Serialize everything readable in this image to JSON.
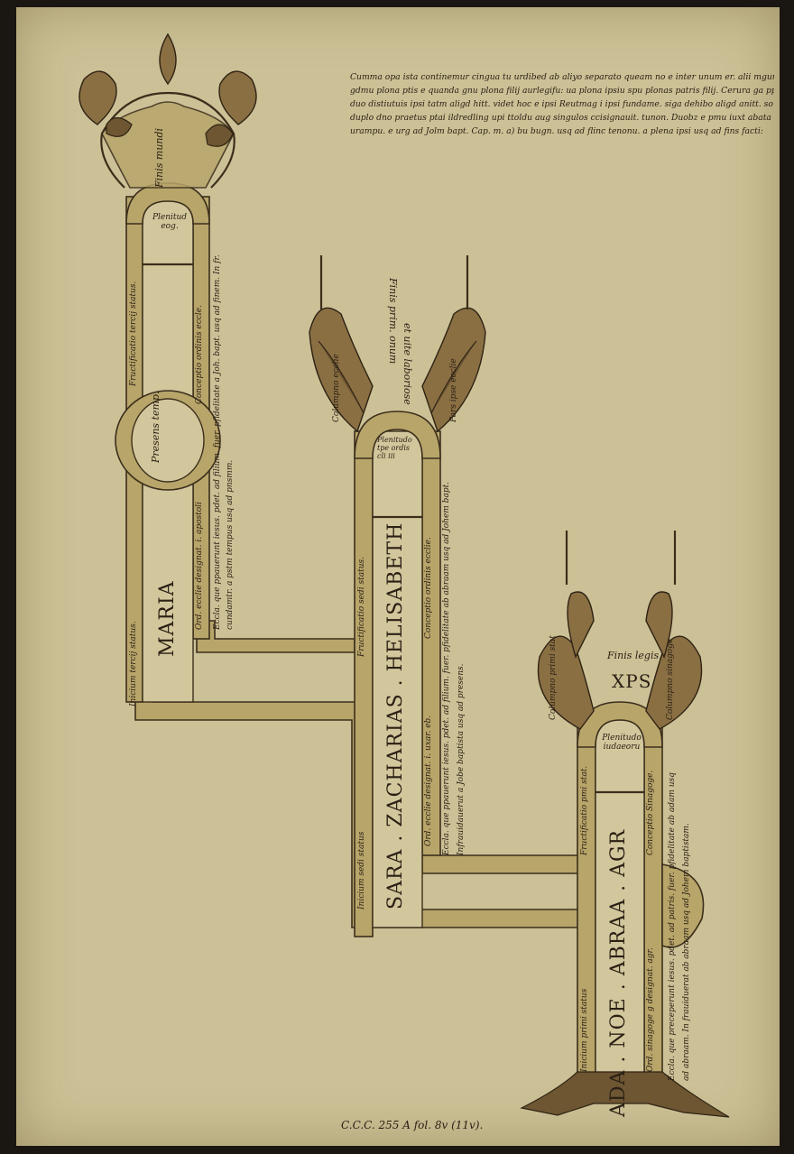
{
  "text_block": [
    "Cumma opa ista continemur cingua tu urdibed ab aliyo separato queam no e inter unum er. alii mgunt. E dam",
    "gdmu plona ptis e quanda gnu plona filij aurlegifu: ua plona ipsiu spu plonas patris filij. Cerura ga pp. singh",
    "duo distiutuis ipsi tatm aligd hitt. videt hoc e ipsi Reutmag i ipsi fundame. siga dehibo aligd anitt. so itd. diuin",
    "duplo dno praetus ptai ildredling upi ttoldu aug singulos ccisignauit. tunon. Duobz e pmu iuxt abata",
    "urampu. e urg ad Jolm bapt. Cap. m. a) bu bugn. usq ad flinc tenonu. a plena ipsi usq ad fins facti:"
  ],
  "column_left": {
    "label_top": "Finis mundi",
    "label_arch": "Plenitud eog.",
    "label_center": "Presens temp.",
    "label_main": "MARIA",
    "label_left_lower": "Inicium tercij status.",
    "label_left_upper": "Fructificatio tercij status.",
    "label_right_upper": "Conceptio ordinis eccle.",
    "label_right_side1": "Ord. ecclie designat. i. apostoli",
    "label_right_side2": "Eccla. que ppauerunt iesus. pdet. ad filium. fuer. pfidelitate a Joh. bapt. usq ad finem. In fr.",
    "label_right_side3": "cundamtr. a pstm tempus usq ad pnsmm."
  },
  "column_middle": {
    "label_top": "Finis prim. onum",
    "label_top2": "et uite laboriose",
    "label_arch": "Plenitudo tpe ordis cli iii",
    "label_main": "SARA . ZACHARIAS . HELISABETH",
    "label_left_upper": "Fructificatio sedi status.",
    "label_left_lower": "Inicium sedi status",
    "label_right_upper": "Conceptio ordinis ecclie.",
    "label_right_lower": "Ord. ecclie designat. i. uxar. eb.",
    "label_side1": "Eccla. que ppauerunt iesus. pdet. ad filium. fuer. pfidelitate ab abraam usq ad Johem bapt.",
    "label_side2": "Infrauidauerut a Jobe baptista usq ad presens.",
    "label_leaf_l": "Columpno ecclie",
    "label_leaf_r": "Pars ipse ecclie"
  },
  "column_right": {
    "label_top": "Finis legis.",
    "label_xps": "XPS",
    "label_arch": "Plenitudo iudaeoru",
    "label_main": "ADA . NOE . ABRAA . AGR",
    "label_left_upper": "Fructificatio pmi stat.",
    "label_left_lower": "Inicium primi status",
    "label_right_upper": "Conceptio Sinagoge.",
    "label_right_lower": "Ord. sinagoge g designat. agr.",
    "label_leaf_l": "Columpno primi stat",
    "label_leaf_r": "Columpno sinagoge",
    "label_side1": "Eccla. que preceperunt iesus. pdet. ad patris. fuer. pfidelitate ab adam usq",
    "label_side2": "ad abraam. In frauiduerat ab abraam usq ad Johem baptistam."
  },
  "caption": "C.C.C. 255 A fol. 8v (11v)."
}
